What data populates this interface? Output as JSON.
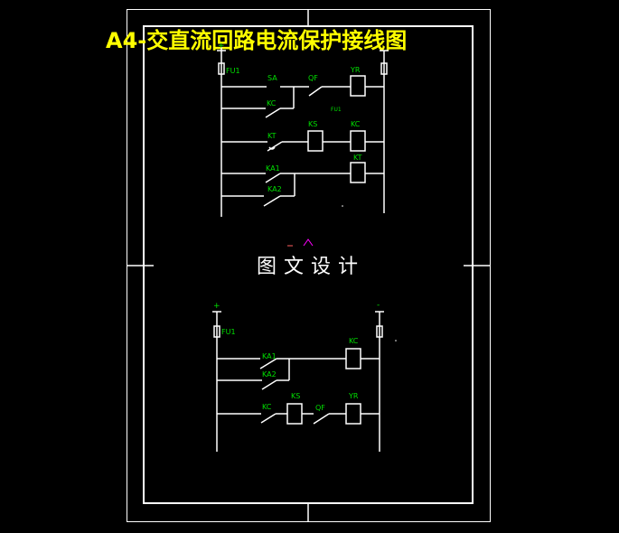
{
  "title": "A4-交直流回路电流保护接线图",
  "watermark": "图文设计",
  "colors": {
    "background": "#000000",
    "wire": "#ffffff",
    "label": "#00e000",
    "title": "#ffff00",
    "accent": "#ff00ff"
  },
  "top_circuit": {
    "plus_label": "+",
    "fuse_left": "FU1",
    "fuse_mid": "FU1",
    "labels": {
      "sa": "SA",
      "qf": "QF",
      "yr": "YR",
      "kc1": "KC",
      "ks": "KS",
      "kc2": "KC",
      "kt1": "KT",
      "ka1": "KA1",
      "ka2": "KA2",
      "kt2": "KT"
    }
  },
  "bottom_circuit": {
    "plus_label": "+",
    "minus_label": "-",
    "fuse_left": "FU1",
    "labels": {
      "ka1": "KA1",
      "ka2": "KA2",
      "kc_coil": "KC",
      "kc_contact": "KC",
      "ks": "KS",
      "qf": "QF",
      "yr": "YR"
    }
  }
}
